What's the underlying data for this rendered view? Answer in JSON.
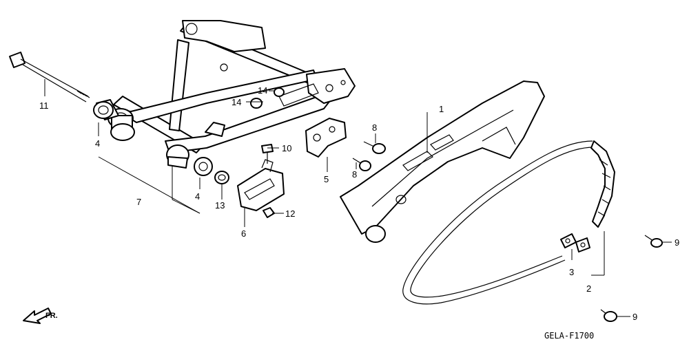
{
  "labels": {
    "p1": "1",
    "p2": "2",
    "p3": "3",
    "p4a": "4",
    "p4b": "4",
    "p5": "5",
    "p6": "6",
    "p7": "7",
    "p8a": "8",
    "p8b": "8",
    "p9a": "9",
    "p9b": "9",
    "p10": "10",
    "p11": "11",
    "p12": "12",
    "p13": "13",
    "p14a": "14",
    "p14b": "14"
  },
  "direction_label": "FR.",
  "diagram_code": "GELA-F1700"
}
